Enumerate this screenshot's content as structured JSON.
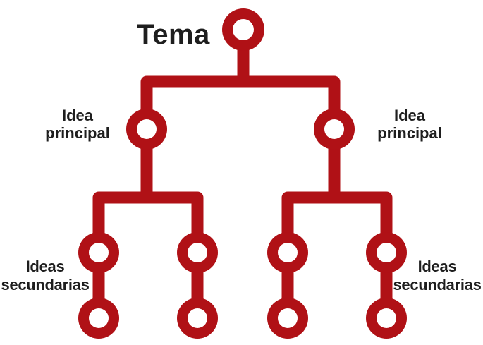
{
  "colors": {
    "node_red": "#B01116",
    "label_text": "#1E1E1E",
    "background": "#FFFFFF"
  },
  "labels": {
    "root": "Tema",
    "main_idea_left": {
      "line1": "Idea",
      "line2": "principal"
    },
    "main_idea_right": {
      "line1": "Idea",
      "line2": "principal"
    },
    "secondary_left": {
      "line1": "Ideas",
      "line2": "secundarias"
    },
    "secondary_right": {
      "line1": "Ideas",
      "line2": "secundarias"
    }
  },
  "structure": {
    "type": "tree-diagram",
    "level_labels": [
      "Tema",
      "Idea principal",
      "Ideas secundarias"
    ],
    "root_node_count": 1,
    "main_idea_node_count": 2,
    "secondary_chain_count": 4,
    "total_nodes": 11
  }
}
